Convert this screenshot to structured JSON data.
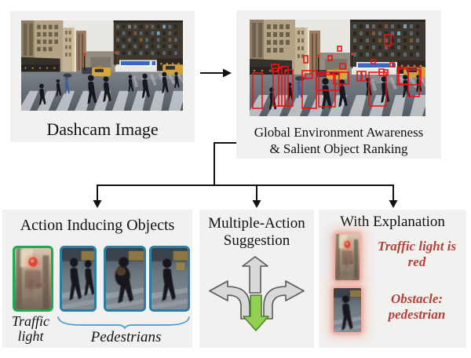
{
  "figure": {
    "dashcam": {
      "caption": "Dashcam Image"
    },
    "awareness": {
      "line1": "Global Environment Awareness",
      "line2": "& Salient Object Ranking"
    },
    "action_objects": {
      "title": "Action Inducing Objects",
      "traffic_light": "Traffic light",
      "pedestrians": "Pedestrians"
    },
    "suggestion": {
      "line1": "Multiple-Action",
      "line2": "Suggestion"
    },
    "explanation": {
      "title": "With Explanation",
      "reason_traffic": "Traffic light is red",
      "reason_obstacle": "Obstacle: pedestrian"
    }
  },
  "icons": {
    "suggestion_arrows": [
      "forward-arrow",
      "left-turn-arrow",
      "right-turn-arrow",
      "down-stop-arrow"
    ],
    "connectors": [
      "right-arrow",
      "branch-tree-arrows"
    ]
  },
  "colors": {
    "panel_bg": "#f1f1ef",
    "box_red": "#ee1212",
    "green_border": "#1cab51",
    "teal_border": "#2b7ea1",
    "brace_blue": "#4a9ad0",
    "red_text": "#b5403a",
    "arrow_gray": "#d9d9d9",
    "arrow_green": "#92d050"
  }
}
